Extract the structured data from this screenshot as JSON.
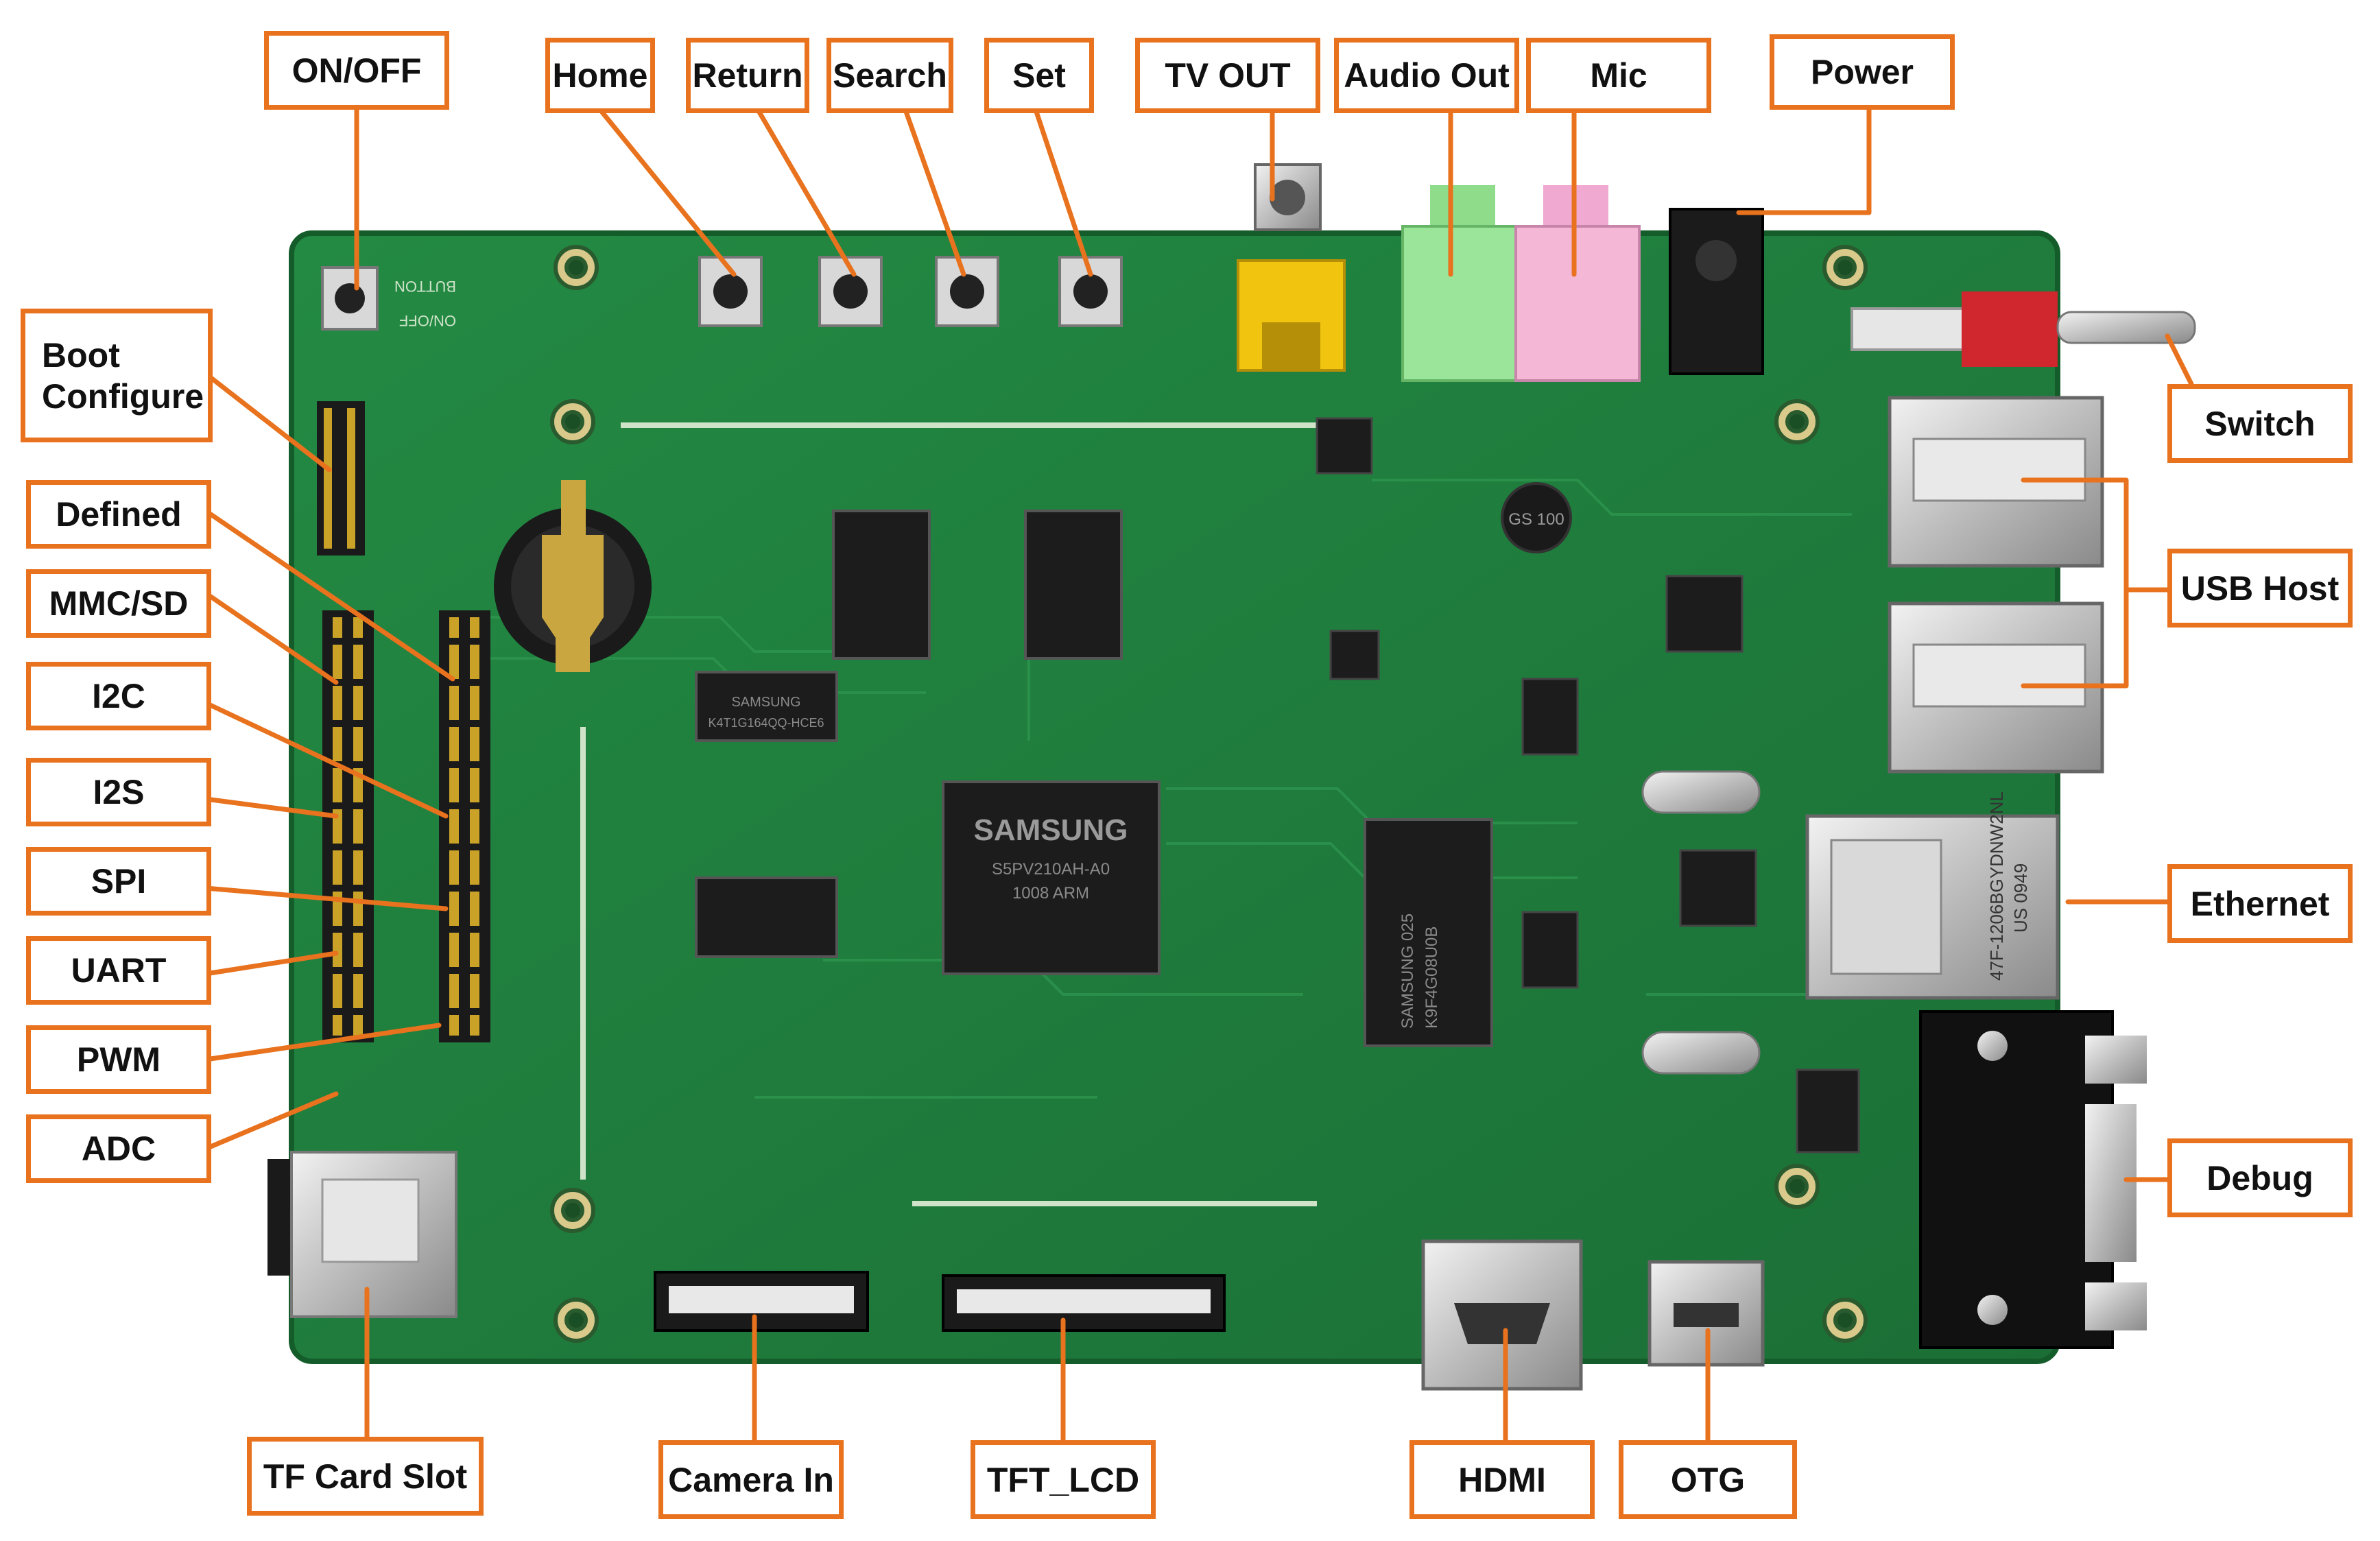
{
  "colors": {
    "callout": "#e8721d",
    "pcb": "#1f7a3c",
    "pcb_edge": "#155c2b",
    "text": "#111111"
  },
  "labels": {
    "on_off": "ON/OFF",
    "home": "Home",
    "return": "Return",
    "search": "Search",
    "set": "Set",
    "tv_out": "TV OUT",
    "audio_out": "Audio Out",
    "mic": "Mic",
    "power": "Power",
    "boot_configure": "Boot\nConfigure",
    "defined": "Defined",
    "mmc_sd": "MMC/SD",
    "i2c": "I2C",
    "i2s": "I2S",
    "spi": "SPI",
    "uart": "UART",
    "pwm": "PWM",
    "adc": "ADC",
    "switch": "Switch",
    "usb_host": "USB Host",
    "ethernet": "Ethernet",
    "debug": "Debug",
    "tf_card_slot": "TF Card Slot",
    "camera_in": "Camera In",
    "tft_lcd": "TFT_LCD",
    "hdmi": "HDMI",
    "otg": "OTG"
  },
  "board_text": {
    "soc_brand": "SAMSUNG",
    "soc_part": "S5PV210AH-A0",
    "soc_code": "1008   ARM",
    "nand_brand": "SAMSUNG 025",
    "nand_part": "K9F4G08U0B",
    "ram_brand": "SAMSUNG",
    "ram_part": "K4T1G164QQ-HCE6",
    "eth_part": "47F-1206BGYDNW2NL",
    "eth_code": "US 0949",
    "inductor": "GS 100",
    "button_silk": "BUTTON",
    "onoff_silk": "ON/OFF"
  }
}
